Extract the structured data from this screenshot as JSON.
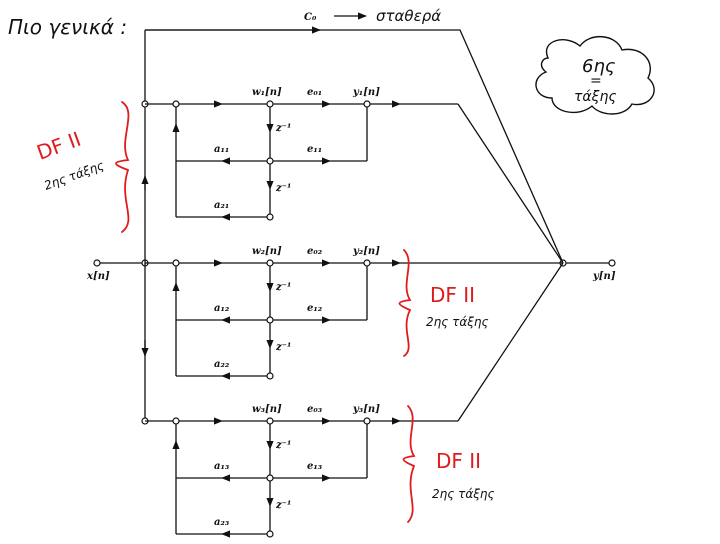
{
  "heading": "Πιο γενικά :",
  "c0_label": "C₀",
  "c0_note": "σταθερά",
  "order_note": {
    "line1": "6ης",
    "line2": "=",
    "line3": "τάξης"
  },
  "input_label": "x[n]",
  "output_label": "y[n]",
  "z_inv": "z⁻¹",
  "sections": [
    {
      "w": "w₁[n]",
      "e0": "e₀₁",
      "y": "y₁[n]",
      "a1": "a₁₁",
      "e1": "e₁₁",
      "a2": "a₂₁"
    },
    {
      "w": "w₂[n]",
      "e0": "e₀₂",
      "y": "y₂[n]",
      "a1": "a₁₂",
      "e1": "e₁₂",
      "a2": "a₂₂"
    },
    {
      "w": "w₃[n]",
      "e0": "e₀₃",
      "y": "y₃[n]",
      "a1": "a₁₃",
      "e1": "e₁₃",
      "a2": "a₂₃"
    }
  ],
  "annotations": [
    {
      "title": "DF II",
      "sub": "2ης τάξης"
    },
    {
      "title": "DF II",
      "sub": "2ης τάξης"
    },
    {
      "title": "DF II",
      "sub": "2ης τάξης"
    }
  ],
  "colors": {
    "ink": "#111111",
    "annotation": "#e01b1b"
  }
}
